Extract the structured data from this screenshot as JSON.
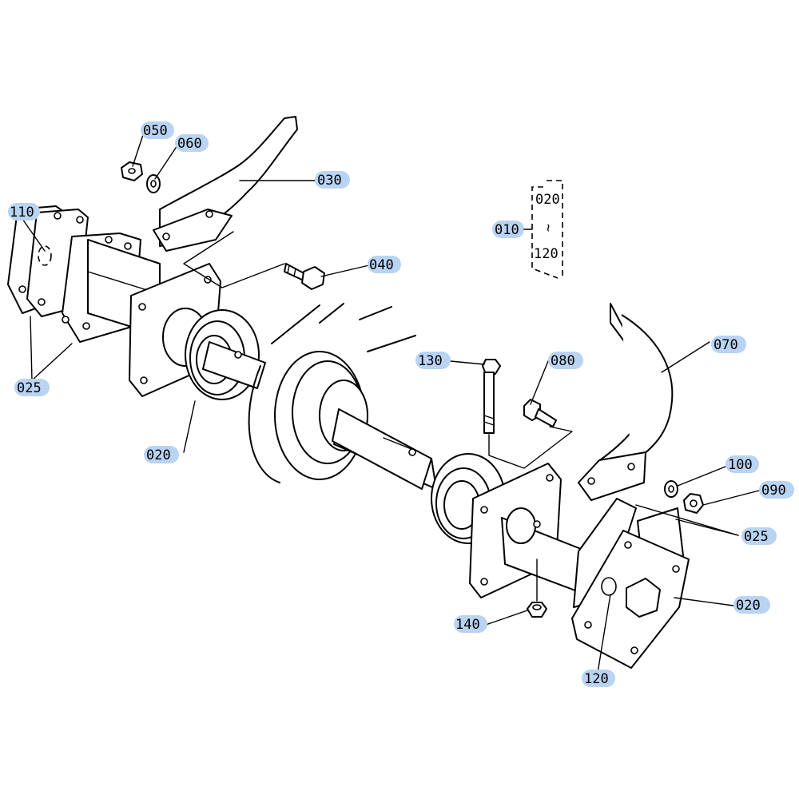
{
  "diagram": {
    "callouts": [
      {
        "id": "c050",
        "label": "050"
      },
      {
        "id": "c060",
        "label": "060"
      },
      {
        "id": "c030",
        "label": "030"
      },
      {
        "id": "c110",
        "label": "110"
      },
      {
        "id": "c040",
        "label": "040"
      },
      {
        "id": "c010",
        "label": "010"
      },
      {
        "id": "c070",
        "label": "070"
      },
      {
        "id": "c130",
        "label": "130"
      },
      {
        "id": "c080",
        "label": "080"
      },
      {
        "id": "c025a",
        "label": "025"
      },
      {
        "id": "c020a",
        "label": "020"
      },
      {
        "id": "c100",
        "label": "100"
      },
      {
        "id": "c090",
        "label": "090"
      },
      {
        "id": "c025b",
        "label": "025"
      },
      {
        "id": "c020b",
        "label": "020"
      },
      {
        "id": "c140",
        "label": "140"
      },
      {
        "id": "c120",
        "label": "120"
      }
    ],
    "assembly_range": {
      "from": "020",
      "tilde": "~",
      "to": "120"
    },
    "highlight_color": "#b9d3f2",
    "line_color": "#000000"
  }
}
